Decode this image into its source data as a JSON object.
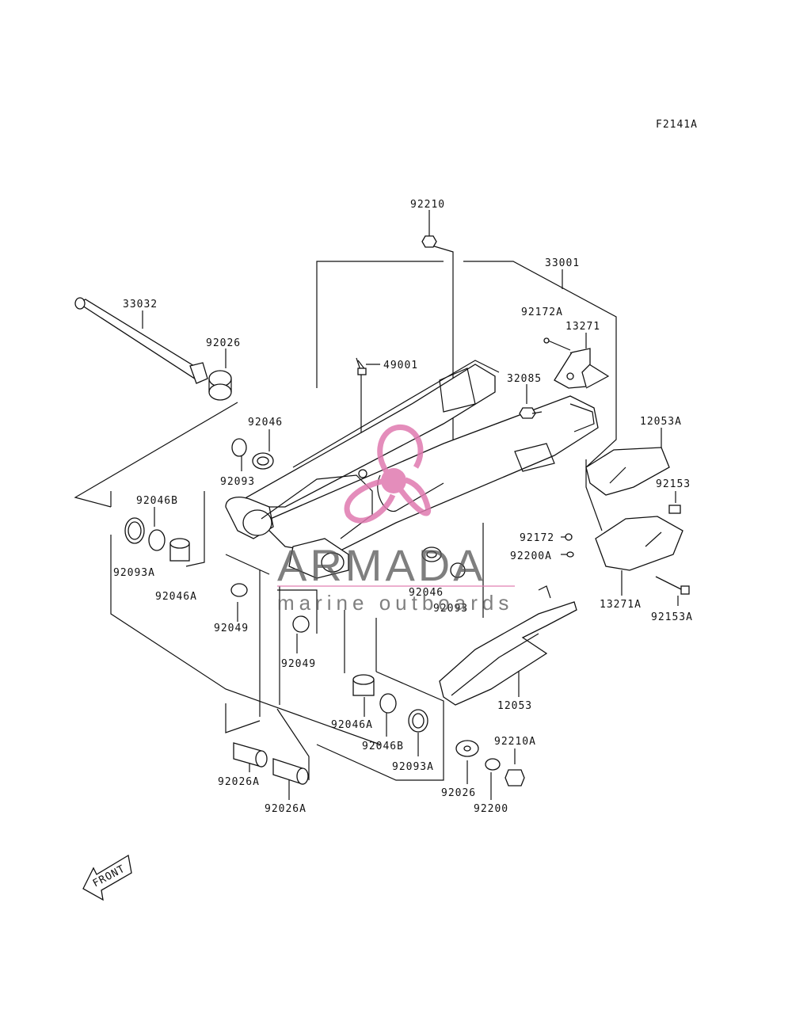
{
  "diagram": {
    "code": "F2141A",
    "front_label": "FRONT"
  },
  "parts": [
    {
      "id": "92210",
      "text": "92210"
    },
    {
      "id": "33001",
      "text": "33001"
    },
    {
      "id": "33032",
      "text": "33032"
    },
    {
      "id": "92172A",
      "text": "92172A"
    },
    {
      "id": "13271",
      "text": "13271"
    },
    {
      "id": "92026-top",
      "text": "92026"
    },
    {
      "id": "49001",
      "text": "49001"
    },
    {
      "id": "32085",
      "text": "32085"
    },
    {
      "id": "92046-top",
      "text": "92046"
    },
    {
      "id": "12053A",
      "text": "12053A"
    },
    {
      "id": "92093-top",
      "text": "92093"
    },
    {
      "id": "92153",
      "text": "92153"
    },
    {
      "id": "92046B-top",
      "text": "92046B"
    },
    {
      "id": "92172",
      "text": "92172"
    },
    {
      "id": "92200A",
      "text": "92200A"
    },
    {
      "id": "92093A-left",
      "text": "92093A"
    },
    {
      "id": "92046-mid",
      "text": "92046"
    },
    {
      "id": "92046A-left",
      "text": "92046A"
    },
    {
      "id": "92093-mid",
      "text": "92093"
    },
    {
      "id": "13271A",
      "text": "13271A"
    },
    {
      "id": "92153A",
      "text": "92153A"
    },
    {
      "id": "92049-left",
      "text": "92049"
    },
    {
      "id": "92049-mid",
      "text": "92049"
    },
    {
      "id": "12053",
      "text": "12053"
    },
    {
      "id": "92046A-bot",
      "text": "92046A"
    },
    {
      "id": "92046B-bot",
      "text": "92046B"
    },
    {
      "id": "92210A",
      "text": "92210A"
    },
    {
      "id": "92093A-bot",
      "text": "92093A"
    },
    {
      "id": "92026A-left",
      "text": "92026A"
    },
    {
      "id": "92026-bot",
      "text": "92026"
    },
    {
      "id": "92026A-right",
      "text": "92026A"
    },
    {
      "id": "92200",
      "text": "92200"
    }
  ],
  "watermark": {
    "brand": "ARMADA",
    "tagline": "marine outboards",
    "color": "#e07ab0"
  }
}
